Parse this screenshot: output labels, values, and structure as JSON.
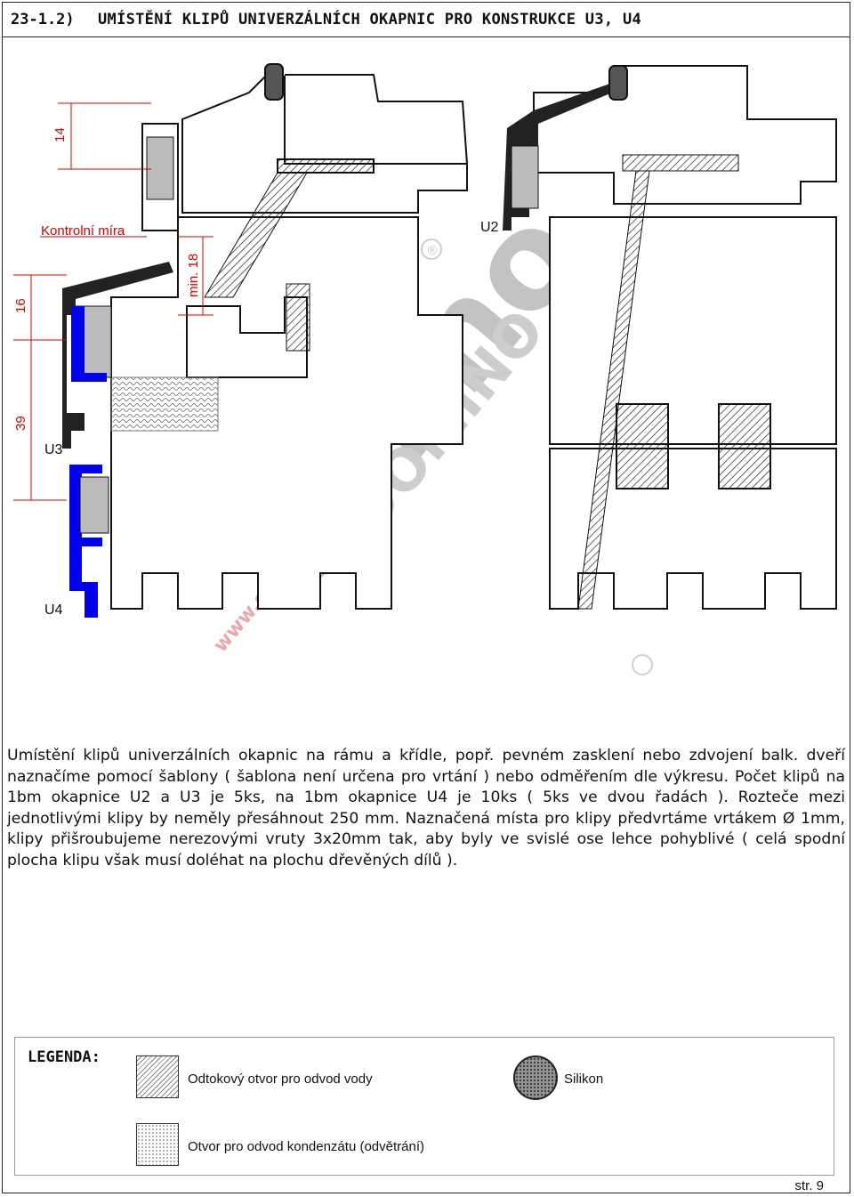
{
  "header": {
    "section_number": "23-1.2)",
    "title": "UMÍSTĚNÍ KLIPŮ UNIVERZÁLNÍCH OKAPNIC PRO KONSTRUKCE U3, U4"
  },
  "drawing": {
    "dimensions": [
      "14",
      "16",
      "39",
      "min. 18"
    ],
    "control_label": "Kontrolní míra",
    "profile_labels": [
      "U2",
      "U3",
      "U4"
    ],
    "watermark": {
      "brand": "eokno",
      "sub": "DOMINO",
      "url": "www.eokno.cz",
      "registered": "®"
    },
    "colors": {
      "dimension": "#dd0000",
      "highlight_profile": "#0000ee",
      "watermark_grey": "#bdbdbd",
      "watermark_red": "#e8a0a0"
    }
  },
  "description": "Umístění klipů univerzálních okapnic na rámu a křídle, popř. pevném zasklení nebo zdvojení balk. dveří naznačíme pomocí šablony ( šablona není určena pro vrtání ) nebo odměřením dle výkresu. Počet klipů na 1bm okapnice U2 a U3 je 5ks, na 1bm okapnice U4 je 10ks ( 5ks ve dvou řadách ). Rozteče mezi jednotlivými klipy by neměly přesáhnout 250 mm. Naznačená místa pro klipy předvrtáme vrtákem Ø 1mm, klipy přišroubujeme nerezovými vruty 3x20mm tak, aby byly ve svislé ose lehce pohyblivé ( celá spodní plocha klipu však musí doléhat na plochu dřevěných dílů ).",
  "legend": {
    "title": "LEGENDA:",
    "items": [
      {
        "label": "Odtokový otvor pro odvod vody",
        "icon": "hatch-swatch-icon"
      },
      {
        "label": "Silikon",
        "icon": "silicone-dot-icon"
      },
      {
        "label": "Otvor pro odvod kondenzátu (odvětrání)",
        "icon": "dotted-swatch-icon"
      }
    ]
  },
  "footer": {
    "page": "str. 9"
  }
}
